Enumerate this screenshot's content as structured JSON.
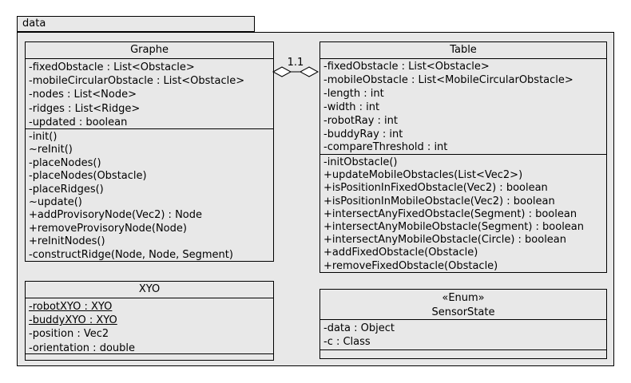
{
  "package": {
    "name": "data"
  },
  "connector": {
    "label": "1.1",
    "type": "aggregation-diamond-both-ends"
  },
  "colors": {
    "fill": "#e8e8e8",
    "border": "#000000",
    "background": "#ffffff",
    "diamond_fill": "#ffffff"
  },
  "classes": [
    {
      "title": "Graphe",
      "attributes": [
        "-fixedObstacle : List<Obstacle>",
        "-mobileCircularObstacle : List<Obstacle>",
        "-nodes : List<Node>",
        "-ridges : List<Ridge>",
        "-updated : boolean"
      ],
      "methods": [
        "-init()",
        "~reInit()",
        "-placeNodes()",
        "-placeNodes(Obstacle)",
        "-placeRidges()",
        "~update()",
        "+addProvisoryNode(Vec2) : Node",
        "+removeProvisoryNode(Node)",
        "+reInitNodes()",
        "-constructRidge(Node, Node, Segment)"
      ]
    },
    {
      "title": "Table",
      "attributes": [
        "-fixedObstacle : List<Obstacle>",
        "-mobileObstacle : List<MobileCircularObstacle>",
        "-length : int",
        "-width : int",
        "-robotRay : int",
        "-buddyRay : int",
        "-compareThreshold : int"
      ],
      "methods": [
        "-initObstacle()",
        "+updateMobileObstacles(List<Vec2>)",
        "+isPositionInFixedObstacle(Vec2) : boolean",
        "+isPositionInMobileObstacle(Vec2) : boolean",
        "+intersectAnyFixedObstacle(Segment) : boolean",
        "+intersectAnyMobileObstacle(Segment) : boolean",
        "+intersectAnyMobileObstacle(Circle) : boolean",
        "+addFixedObstacle(Obstacle)",
        "+removeFixedObstacle(Obstacle)"
      ]
    },
    {
      "title": "XYO",
      "attributes": [
        {
          "text": "-robotXYO : XYO",
          "underline": true
        },
        {
          "text": "-buddyXYO : XYO",
          "underline": true
        },
        "-position : Vec2",
        "-orientation : double"
      ],
      "methods": []
    },
    {
      "stereotype": "«Enum»",
      "title": "SensorState",
      "attributes": [
        "-data : Object",
        "-c : Class"
      ],
      "methods": []
    }
  ]
}
